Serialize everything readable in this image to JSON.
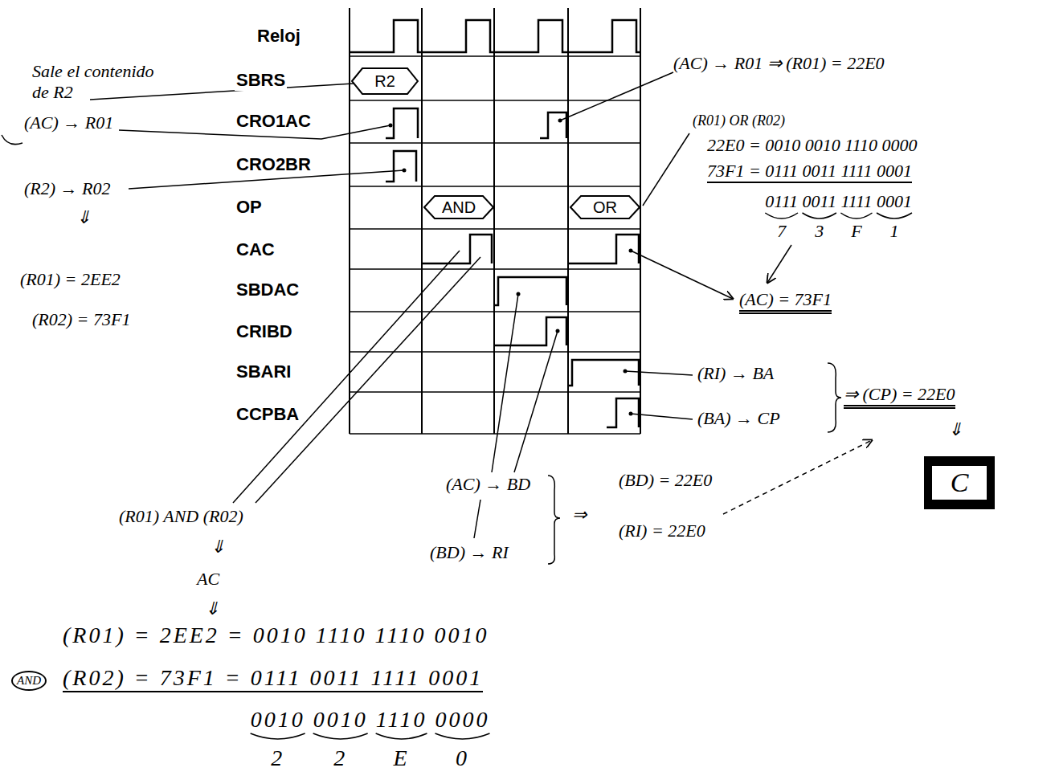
{
  "diagram": {
    "nodes": [
      {
        "text": [
          "R2"
        ]
      },
      {
        "text": [
          "AND"
        ]
      },
      {
        "text": [
          "OR"
        ]
      },
      {
        "text": [
          "C"
        ]
      }
    ],
    "labels": [
      "Reloj",
      "SBRS",
      "CRO1AC",
      "CRO2BR",
      "OP",
      "CAC",
      "SBDAC",
      "CRIBD",
      "SBARI",
      "CCPBA",
      "Sale el contenido de R2",
      "(AC) → R01",
      "(R2) → R02",
      "⇓",
      "(R01) = 2EE2",
      "(R02) = 73F1",
      "(AC) → R01 ⇒ (R01) = 22E0",
      "(R01) OR (R02)",
      "22E0 = 0010 0010 1110 0000",
      "73F1 = 0111 0011 1111 0001",
      "0111 0011 1111 0001",
      "7",
      "3",
      "F",
      "1",
      "(AC) = 73F1",
      "(RI) → BA",
      "(BA) → CP",
      "⇒ (CP) = 22E0",
      "⇓",
      "(AC) → BD",
      "(BD) → RI",
      "⇒",
      "(BD) = 22E0",
      "(RI) = 22E0",
      "(R01) AND (R02)",
      "⇓",
      "AC",
      "⇓",
      "(R01) = 2EE2 = 0010 1110 1110 0010",
      "AND",
      "(R02) = 73F1 = 0111 0011 1111 0001",
      "0010 0010 1110 0000",
      "2",
      "2",
      "E",
      "0"
    ]
  }
}
